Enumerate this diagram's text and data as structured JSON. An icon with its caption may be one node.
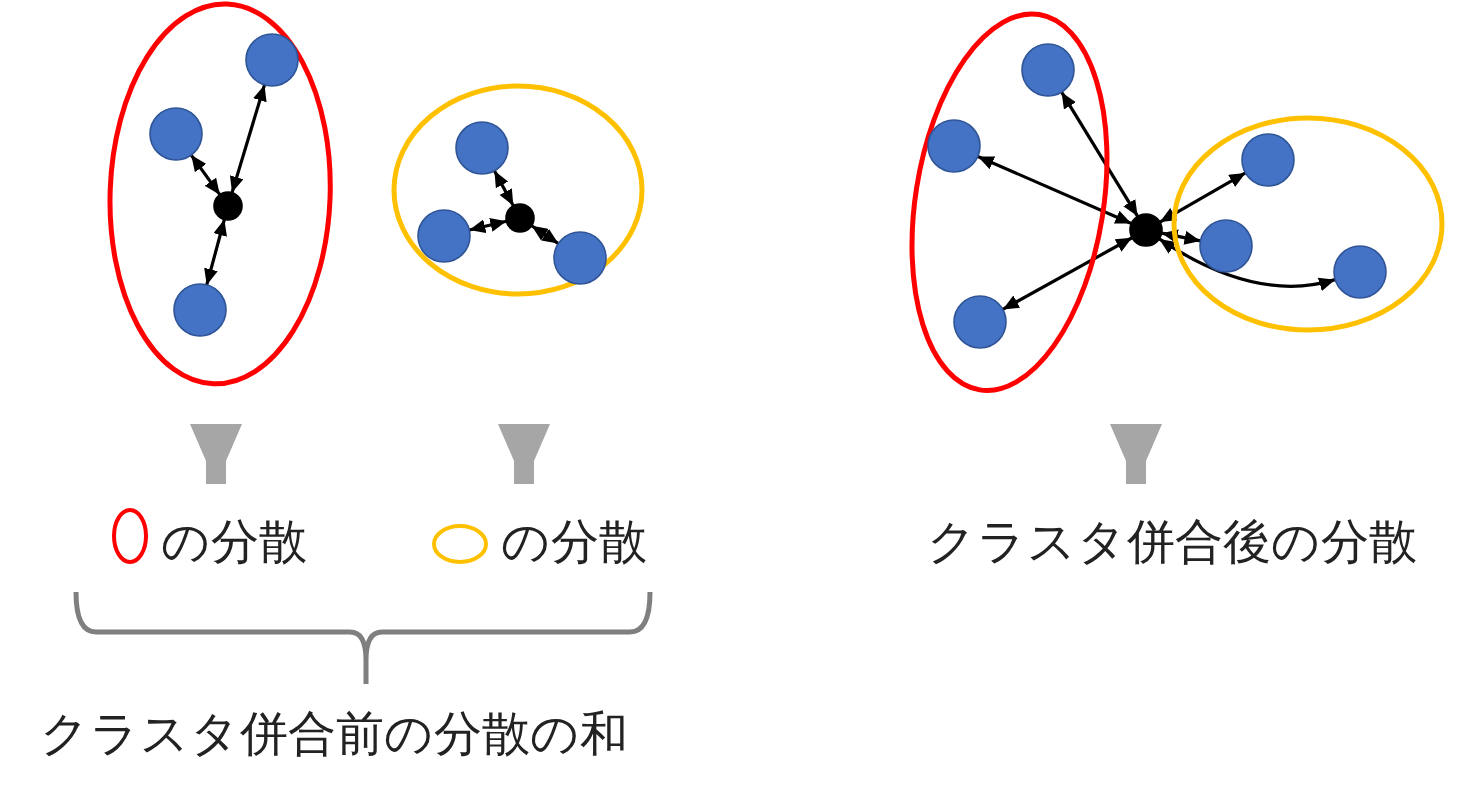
{
  "diagram": {
    "nodes": [
      {
        "text": [],
        "shape": "ellipse"
      },
      {
        "text": [],
        "shape": "circle",
        "in": 0
      },
      {
        "text": [],
        "shape": "circle",
        "in": 0
      },
      {
        "text": [],
        "shape": "circle",
        "in": 0
      },
      {
        "text": [],
        "shape": "circle",
        "in": 0
      },
      {
        "text": [],
        "shape": "ellipse"
      },
      {
        "text": [],
        "shape": "circle",
        "in": 5
      },
      {
        "text": [],
        "shape": "circle",
        "in": 5
      },
      {
        "text": [],
        "shape": "circle",
        "in": 5
      },
      {
        "text": [],
        "shape": "circle",
        "in": 5
      },
      {
        "text": [],
        "shape": "ellipse"
      },
      {
        "text": [],
        "shape": "circle",
        "in": 10
      },
      {
        "text": [],
        "shape": "circle",
        "in": 10
      },
      {
        "text": [],
        "shape": "circle",
        "in": 10
      },
      {
        "text": [],
        "shape": "ellipse"
      },
      {
        "text": [],
        "shape": "circle",
        "in": 14
      },
      {
        "text": [],
        "shape": "circle",
        "in": 14
      },
      {
        "text": [],
        "shape": "circle",
        "in": 14
      },
      {
        "text": [],
        "shape": "circle"
      },
      {
        "text": [
          "の分散"
        ]
      },
      {
        "text": [
          "の分散"
        ]
      },
      {
        "text": [
          "クラスタ併合後の分散"
        ]
      }
    ],
    "edges": [
      {
        "from": 3,
        "to": 1,
        "arrow": "both"
      },
      {
        "from": 3,
        "to": 2,
        "arrow": "both"
      },
      {
        "from": 3,
        "to": 4,
        "arrow": "both"
      },
      {
        "from": 7,
        "to": 6,
        "arrow": "both"
      },
      {
        "from": 7,
        "to": 8,
        "arrow": "both"
      },
      {
        "from": 7,
        "to": 9,
        "arrow": "both"
      },
      {
        "from": 18,
        "to": 11,
        "arrow": "both"
      },
      {
        "from": 18,
        "to": 12,
        "arrow": "both"
      },
      {
        "from": 18,
        "to": 13,
        "arrow": "both"
      },
      {
        "from": 18,
        "to": 15,
        "arrow": "both"
      },
      {
        "from": 18,
        "to": 16,
        "arrow": "both"
      },
      {
        "from": 18,
        "to": 17,
        "arrow": "both"
      },
      {
        "from": null,
        "to": 19,
        "arrow": "to",
        "style": "thick",
        "color": "#a6a6a6"
      },
      {
        "from": null,
        "to": 20,
        "arrow": "to",
        "style": "thick",
        "color": "#a6a6a6"
      },
      {
        "from": null,
        "to": 21,
        "arrow": "to",
        "style": "thick",
        "color": "#a6a6a6"
      }
    ],
    "labels": [
      "クラスタ併合前の分散の和"
    ]
  }
}
